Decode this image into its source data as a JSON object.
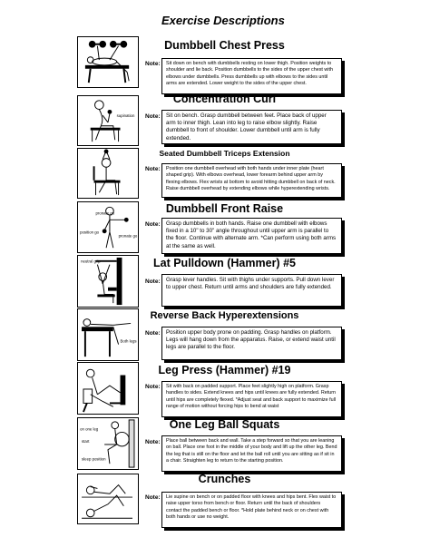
{
  "page_title": "Exercise Descriptions",
  "note_label": "Note:",
  "exercises": [
    {
      "title": "Dumbbell Chest Press",
      "description": "Sit down on bench with dumbbells resting on lower thigh. Position weights to shoulder and lie back. Position dumbbells to the sides of the upper chest with elbows under dumbbells. Press dumbbells up with elbows to the sides until arms are extended. Lower weight to the sides of the upper chest."
    },
    {
      "title": "Concentration Curl",
      "description": "Sit on bench. Grasp dumbbell between feet. Place back of upper arm to inner thigh. Lean into leg to raise elbow slightly. Raise dumbbell to front of shoulder. Lower dumbbell until arm is fully extended.",
      "figure_label": "supination"
    },
    {
      "title": "Seated Dumbbell Triceps Extension",
      "description": "Position one dumbbell overhead with both hands under inner plate (heart shaped grip). With elbows overhead, lower forearm behind upper arm by flexing elbows. Flex wrists at bottom to avoid hitting dumbbell on back of neck. Raise dumbbell overhead by extending elbows while hyperextending wrists."
    },
    {
      "title": "Dumbbell Front Raise",
      "description": "Grasp dumbbells in both hands. Raise one dumbbell with elbows fixed in a 10\" to 30\" angle throughout until upper arm is parallel to the floor. Continue with alternate arm. *Can perform using both arms at the same as well.",
      "figure_labels": [
        "position go",
        "pronate go",
        "pronate go"
      ]
    },
    {
      "title": "Lat Pulldown (Hammer) #5",
      "description": "Grasp lever handles. Sit with thighs under supports. Pull down lever to upper chest. Return until arms and shoulders are fully extended.",
      "figure_label": "neutral grip"
    },
    {
      "title": "Reverse Back Hyperextensions",
      "description": "Position upper body prone on padding. Grasp handles on platform. Legs will hang down from the apparatus. Raise, or extend waist until legs are parallel to the floor.",
      "figure_label": "Both legs"
    },
    {
      "title": "Leg Press (Hammer) #19",
      "description": "Sit with back on padded support. Place feet slightly high on platform. Grasp handles to sides. Extend knees and hips until knees are fully extended. Return until hips are completely flexed. *Adjust seat and back support to maximize full range of motion without forcing hips to bend at waist"
    },
    {
      "title": "One Leg Ball Squats",
      "description": "Place ball between back and wall. Take a step forward so that you are leaning on ball. Place one foot in the middle of your body and lift up the other leg. Bend the leg that is still on the floor and let the ball roll until you are sitting as if sit in a chair. Straighten leg to return to the starting position.",
      "figure_labels": [
        "on one leg",
        "start",
        "sleep position"
      ]
    },
    {
      "title": "Crunches",
      "description": "Lie supine on bench or on padded floor with knees and hips bent. Flex waist to raise upper torso from bench or floor. Return until the back of shoulders contact the padded bench or floor. *Hold plate behind neck or on chest with both hands or use no weight."
    }
  ]
}
